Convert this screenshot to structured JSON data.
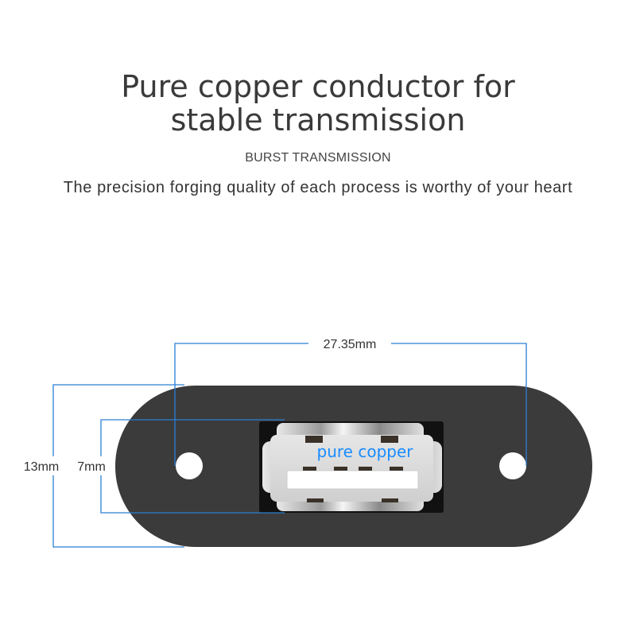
{
  "header": {
    "title_line1": "Pure copper conductor for",
    "title_line2": "stable transmission",
    "subtitle": "BURST TRANSMISSION",
    "description": "The precision forging quality of each process is worthy of your heart"
  },
  "diagram": {
    "width_label": "27.35mm",
    "outer_height_label": "13mm",
    "inner_height_label": "7mm",
    "connector_label": "pure copper",
    "colors": {
      "dimension_line": "#2a7fd4",
      "label_text": "#1a8cff",
      "plate": "#3b3b3b"
    }
  }
}
